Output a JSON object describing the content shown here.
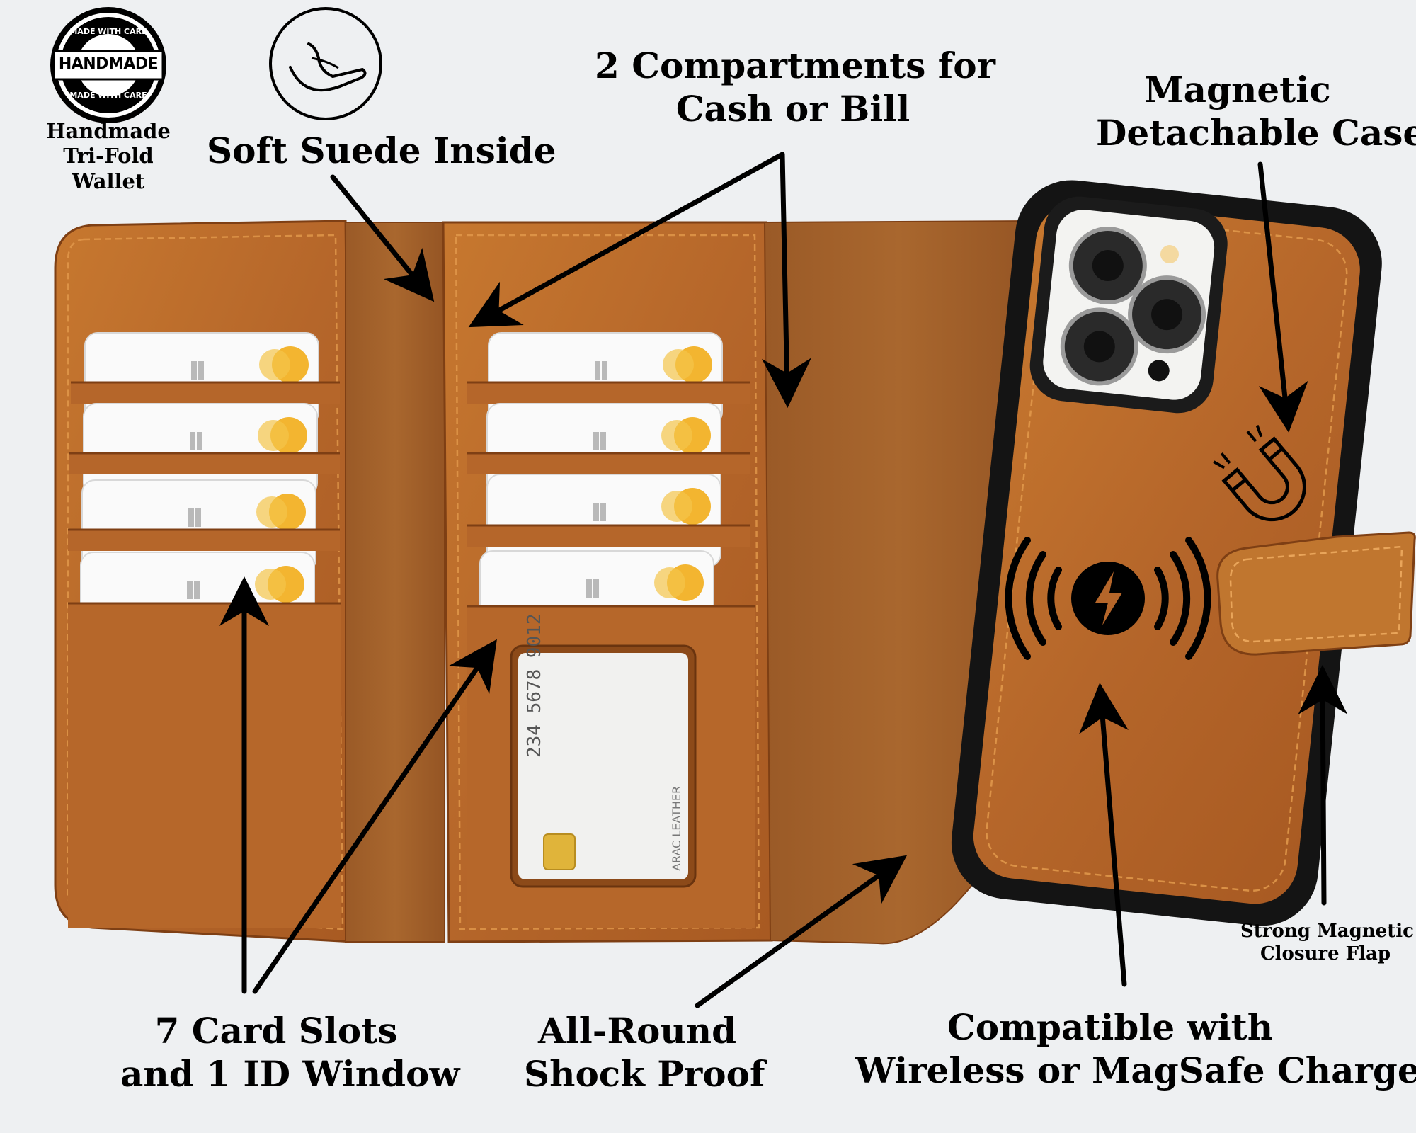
{
  "badge": {
    "arc_top": "MADE WITH CARE",
    "center": "HANDMADE",
    "arc_bottom": "MADE WITH CARE",
    "caption": [
      "Handmade",
      "Tri-Fold",
      "Wallet"
    ]
  },
  "callouts": {
    "suede": "Soft Suede Inside",
    "compartments": [
      "2 Compartments for",
      "Cash or Bill"
    ],
    "magnetic_case": [
      "Magnetic",
      "Detachable Case"
    ],
    "card_slots": [
      "7 Card Slots",
      "and 1 ID Window"
    ],
    "shock_proof": [
      "All-Round",
      "Shock Proof"
    ],
    "wireless": [
      "Compatible with",
      "Wireless or MagSafe Charge"
    ],
    "closure": [
      "Strong Magnetic",
      "Closure Flap"
    ]
  },
  "id_card": {
    "number_line": "234 5678 9012",
    "maker": "ARAC LEATHER"
  },
  "colors": {
    "background": "#eef0f2",
    "leather": "#b8692a",
    "leather_dark": "#8c4a19",
    "suede": "#a4622b",
    "case_rim": "#1a1a1a",
    "text": "#000000"
  },
  "icons": [
    "hand-icon",
    "magnet-icon",
    "wireless-charge-icon",
    "handmade-badge"
  ]
}
